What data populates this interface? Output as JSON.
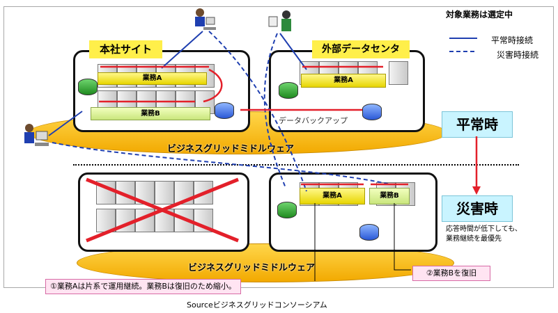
{
  "header": {
    "top_text": "",
    "status_label": "対象業務は選定中"
  },
  "legend": {
    "normal_label": "平常時接続",
    "disaster_label": "災害時接続"
  },
  "sites": {
    "hq_label": "本社サイト",
    "external_label": "外部データセンタ"
  },
  "workloads": {
    "a": "業務A",
    "b": "業務B"
  },
  "backup_label": "データバックアップ",
  "middleware_label": "ビジネスグリッドミドルウェア",
  "states": {
    "normal": "平常時",
    "disaster": "災害時",
    "disaster_note_line1": "応答時間が低下しても、",
    "disaster_note_line2": "業務継続を最優先"
  },
  "callouts": {
    "continue_a": "①業務Aは片系で運用継続。業務Bは復旧のため縮小。",
    "restore_b": "②業務Bを復旧"
  },
  "source": "Sourceビジネスグリッドコンソーシアム",
  "colors": {
    "accent_red": "#e3202a",
    "blue_line": "#1f3fb0",
    "state_bg": "#c9f4ff",
    "callout_border": "#d76aa5",
    "callout_bg": "#ffe4f2"
  }
}
